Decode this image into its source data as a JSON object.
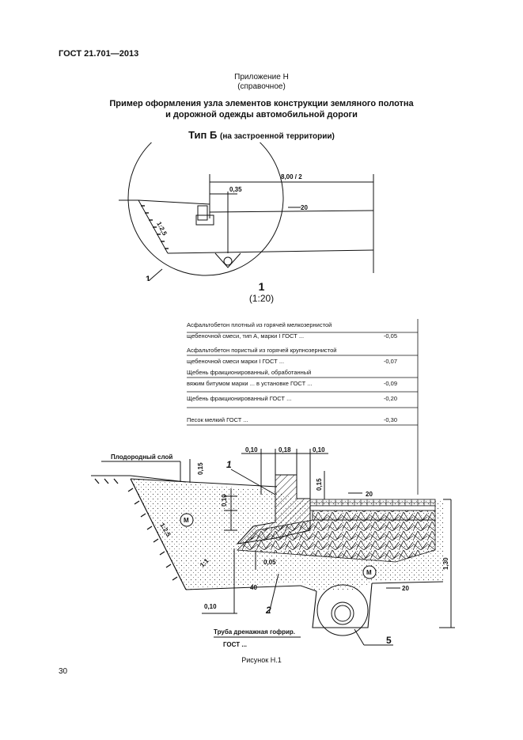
{
  "header": {
    "doc_code": "ГОСТ 21.701—2013"
  },
  "annex": {
    "line1": "Приложение Н",
    "line2": "(справочное)"
  },
  "title": {
    "line1": "Пример оформления узла элементов конструкции земляного полотна",
    "line2": "и дорожной одежды автомобильной дороги"
  },
  "type_label": {
    "main": "Тип Б",
    "sub": "(на застроенной территории)"
  },
  "top_drawing": {
    "dim_half_width": "8,00 / 2",
    "dim_offset": "0,35",
    "slope_pct": "20",
    "slope_ratio": "1:2,5",
    "callout": "1"
  },
  "detail_mark": {
    "number": "1",
    "scale": "(1:20)"
  },
  "layers": [
    {
      "line1": "Асфальтобетон плотный из горячей мелкозернистой",
      "line2": "щебеночной смеси, тип А, марки I ГОСТ ...",
      "value": "-0,05"
    },
    {
      "line1": "Асфальтобетон пористый из горячей крупнозернистой",
      "line2": "щебеночной смеси марки I ГОСТ ...",
      "value": "-0,07"
    },
    {
      "line1": "Щебень фракционированный, обработанный",
      "line2": "вяжим битумом марки ... в установке ГОСТ ...",
      "value": "-0,09"
    },
    {
      "line1": "",
      "line2": "Щебень фракционированный ГОСТ ...",
      "value": "-0,20"
    },
    {
      "line1": "",
      "line2": "Песок мелкий ГОСТ ...",
      "value": "-0,30"
    }
  ],
  "detail_drawing": {
    "fertile_layer": "Плодородный слой",
    "dim_015_a": "0,15",
    "dim_010_a": "0,10",
    "dim_018": "0,18",
    "dim_010_b": "0,10",
    "dim_015_b": "0,15",
    "dim_010_c": "0,10",
    "dim_005": "0,05",
    "dim_130": "1,30",
    "dim_right_010": "0,10",
    "slope_20_top": "20",
    "slope_20_bottom": "20",
    "slope_40": "40",
    "slope_ratio": "1:2,5",
    "slope_1_1": "1:1",
    "mark_m": "М",
    "callout_1": "1",
    "callout_2": "2",
    "callout_5": "5",
    "pipe_line1": "Труба дренажная гофрир.",
    "pipe_line2": "ГОСТ ..."
  },
  "caption": "Рисунок Н.1",
  "page_number": "30"
}
